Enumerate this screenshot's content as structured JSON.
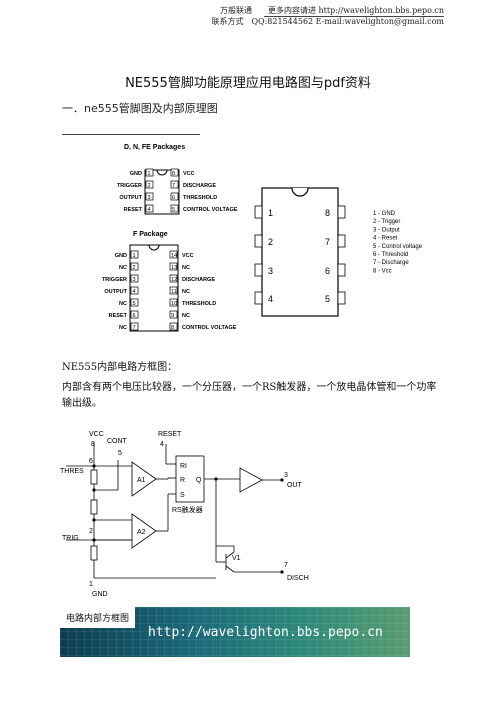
{
  "header": {
    "line1": "万般联通　　更多内容请进  http://wavelighton.bbs.pepo.cn",
    "line2": "联系方式　QQ:821544562 E-mail:wavelighton@gmail.com"
  },
  "title": "NE555管脚功能原理应用电路图与pdf资料",
  "section_heading": "一．ne555管脚图及内部原理图",
  "packages": {
    "dnfe_title": "D, N, FE Packages",
    "dnfe_left": [
      "GND",
      "TRIGGER",
      "OUTPUT",
      "RESET"
    ],
    "dnfe_left_nums": [
      "1",
      "2",
      "3",
      "4"
    ],
    "dnfe_right_nums": [
      "8",
      "7",
      "6",
      "5"
    ],
    "dnfe_right": [
      "VCC",
      "DISCHARGE",
      "THRESHOLD",
      "CONTROL VOLTAGE"
    ],
    "f_title": "F Package",
    "f_left": [
      "GND",
      "NC",
      "TRIGGER",
      "OUTPUT",
      "NC",
      "RESET",
      "NC"
    ],
    "f_left_nums": [
      "1",
      "2",
      "3",
      "4",
      "5",
      "6",
      "7"
    ],
    "f_right_nums": [
      "14",
      "13",
      "12",
      "11",
      "10",
      "9",
      "8"
    ],
    "f_right": [
      "VCC",
      "NC",
      "DISCHARGE",
      "NC",
      "THRESHOLD",
      "NC",
      "CONTROL VOLTAGE"
    ]
  },
  "dip": {
    "left_nums": [
      "1",
      "2",
      "3",
      "4"
    ],
    "right_nums": [
      "8",
      "7",
      "6",
      "5"
    ],
    "legend": [
      "1 - GND",
      "2 - Trigger",
      "3 - Output",
      "4 - Reset",
      "5 - Control voltage",
      "6 - Threshold",
      "7 - Discharge",
      "8 - Vcc"
    ]
  },
  "block_title": "NE555内部电路方框图：",
  "block_desc": "内部含有两个电压比较器，一个分压器，一个RS触发器，一个放电晶体管和一个功率输出级。",
  "circuit": {
    "vcc": "VCC",
    "pin8": "8",
    "cont": "CONT",
    "pin5": "5",
    "reset": "RESET",
    "pin4": "4",
    "thres": "THRES",
    "pin6": "6",
    "a1": "A1",
    "a2": "A2",
    "ri": "RI",
    "r": "R",
    "s": "S",
    "q": "Q",
    "rs": "RS触发器",
    "pin3": "3",
    "out": "OUT",
    "trig": "TRIG",
    "pin2": "2",
    "v1": "V1",
    "pin7": "7",
    "disch": "DISCH",
    "pin1": "1",
    "gnd": "GND"
  },
  "banner": {
    "label": "电路内部方框图",
    "url": "http://wavelighton.bbs.pepo.cn"
  }
}
